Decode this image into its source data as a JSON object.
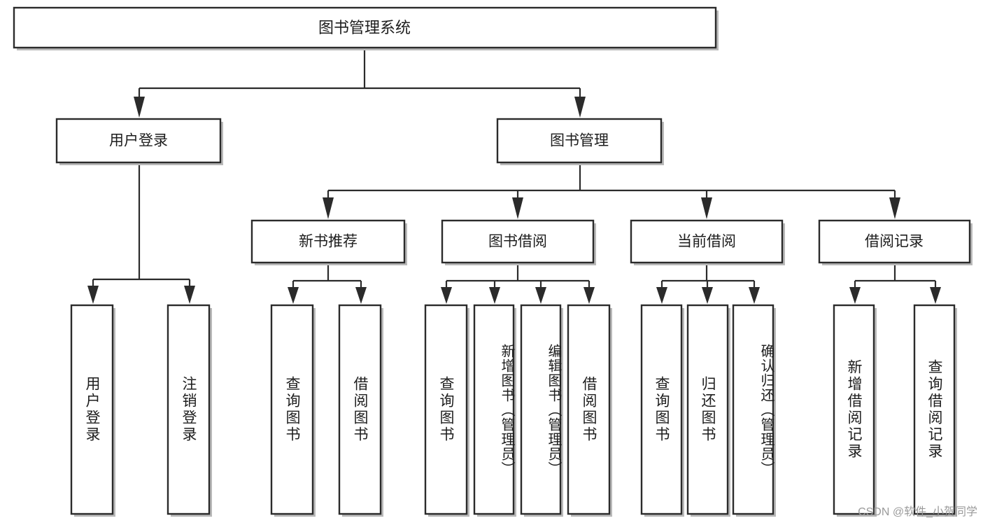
{
  "diagram": {
    "type": "tree",
    "title": "图书管理系统",
    "root": {
      "id": "root",
      "label": "图书管理系统"
    },
    "level2": [
      {
        "id": "user-login",
        "label": "用户登录"
      },
      {
        "id": "book-manage",
        "label": "图书管理"
      }
    ],
    "level3": [
      {
        "id": "new-book-recommend",
        "label": "新书推荐",
        "parent": "book-manage"
      },
      {
        "id": "book-borrow",
        "label": "图书借阅",
        "parent": "book-manage"
      },
      {
        "id": "current-borrow",
        "label": "当前借阅",
        "parent": "book-manage"
      },
      {
        "id": "borrow-record",
        "label": "借阅记录",
        "parent": "book-manage"
      }
    ],
    "leaves": [
      {
        "id": "leaf-user-login",
        "label": "用户登录",
        "parent": "user-login"
      },
      {
        "id": "leaf-logout",
        "label": "注销登录",
        "parent": "user-login"
      },
      {
        "id": "leaf-query-book-1",
        "label": "查询图书",
        "parent": "new-book-recommend"
      },
      {
        "id": "leaf-borrow-book-1",
        "label": "借阅图书",
        "parent": "new-book-recommend"
      },
      {
        "id": "leaf-query-book-2",
        "label": "查询图书",
        "parent": "book-borrow"
      },
      {
        "id": "leaf-add-book",
        "label": "新增图书（管理员）",
        "parent": "book-borrow"
      },
      {
        "id": "leaf-edit-book",
        "label": "编辑图书（管理员）",
        "parent": "book-borrow"
      },
      {
        "id": "leaf-borrow-book-2",
        "label": "借阅图书",
        "parent": "book-borrow"
      },
      {
        "id": "leaf-query-book-3",
        "label": "查询图书",
        "parent": "current-borrow"
      },
      {
        "id": "leaf-return-book",
        "label": "归还图书",
        "parent": "current-borrow"
      },
      {
        "id": "leaf-confirm-return",
        "label": "确认归还（管理员）",
        "parent": "current-borrow"
      },
      {
        "id": "leaf-add-record",
        "label": "新增借阅记录",
        "parent": "borrow-record"
      },
      {
        "id": "leaf-query-record",
        "label": "查询借阅记录",
        "parent": "borrow-record"
      }
    ],
    "colors": {
      "box_fill": "#ffffff",
      "box_stroke": "#2b2b2b",
      "shadow": "#b9b9b9",
      "text": "#1d1d1d",
      "watermark": "#9a9a9a"
    }
  },
  "watermark": {
    "text": "CSDN @软件_小贺同学"
  }
}
